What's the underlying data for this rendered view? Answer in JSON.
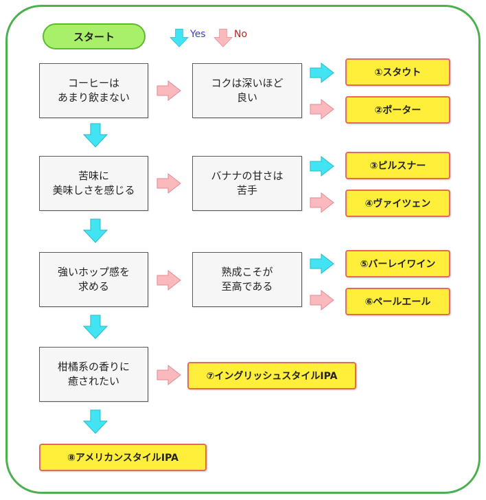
{
  "start_label": "スタート",
  "legend": {
    "yes": "Yes",
    "no": "No"
  },
  "questions": {
    "q1": "コーヒーは\nあまり飲まない",
    "q2": "コクは深いほど\n良い",
    "q3": "苦味に\n美味しさを感じる",
    "q4": "バナナの甘さは\n苦手",
    "q5": "強いホップ感を\n求める",
    "q6": "熟成こそが\n至高である",
    "q7": "柑橘系の香りに\n癒されたい"
  },
  "results": {
    "r1": "①スタウト",
    "r2": "②ポーター",
    "r3": "③ピルスナー",
    "r4": "④ヴァイツェン",
    "r5": "⑤バーレイワイン",
    "r6": "⑥ペールエール",
    "r7": "⑦イングリッシュスタイルIPA",
    "r8": "⑧アメリカンスタイルIPA"
  },
  "colors": {
    "yes_arrow": "#42e3f2",
    "no_arrow": "#f9b9bd",
    "frame": "#4caf50",
    "start_fill": "#a8ef6a",
    "result_fill": "#ffef3a",
    "result_border": "#e56a55"
  }
}
